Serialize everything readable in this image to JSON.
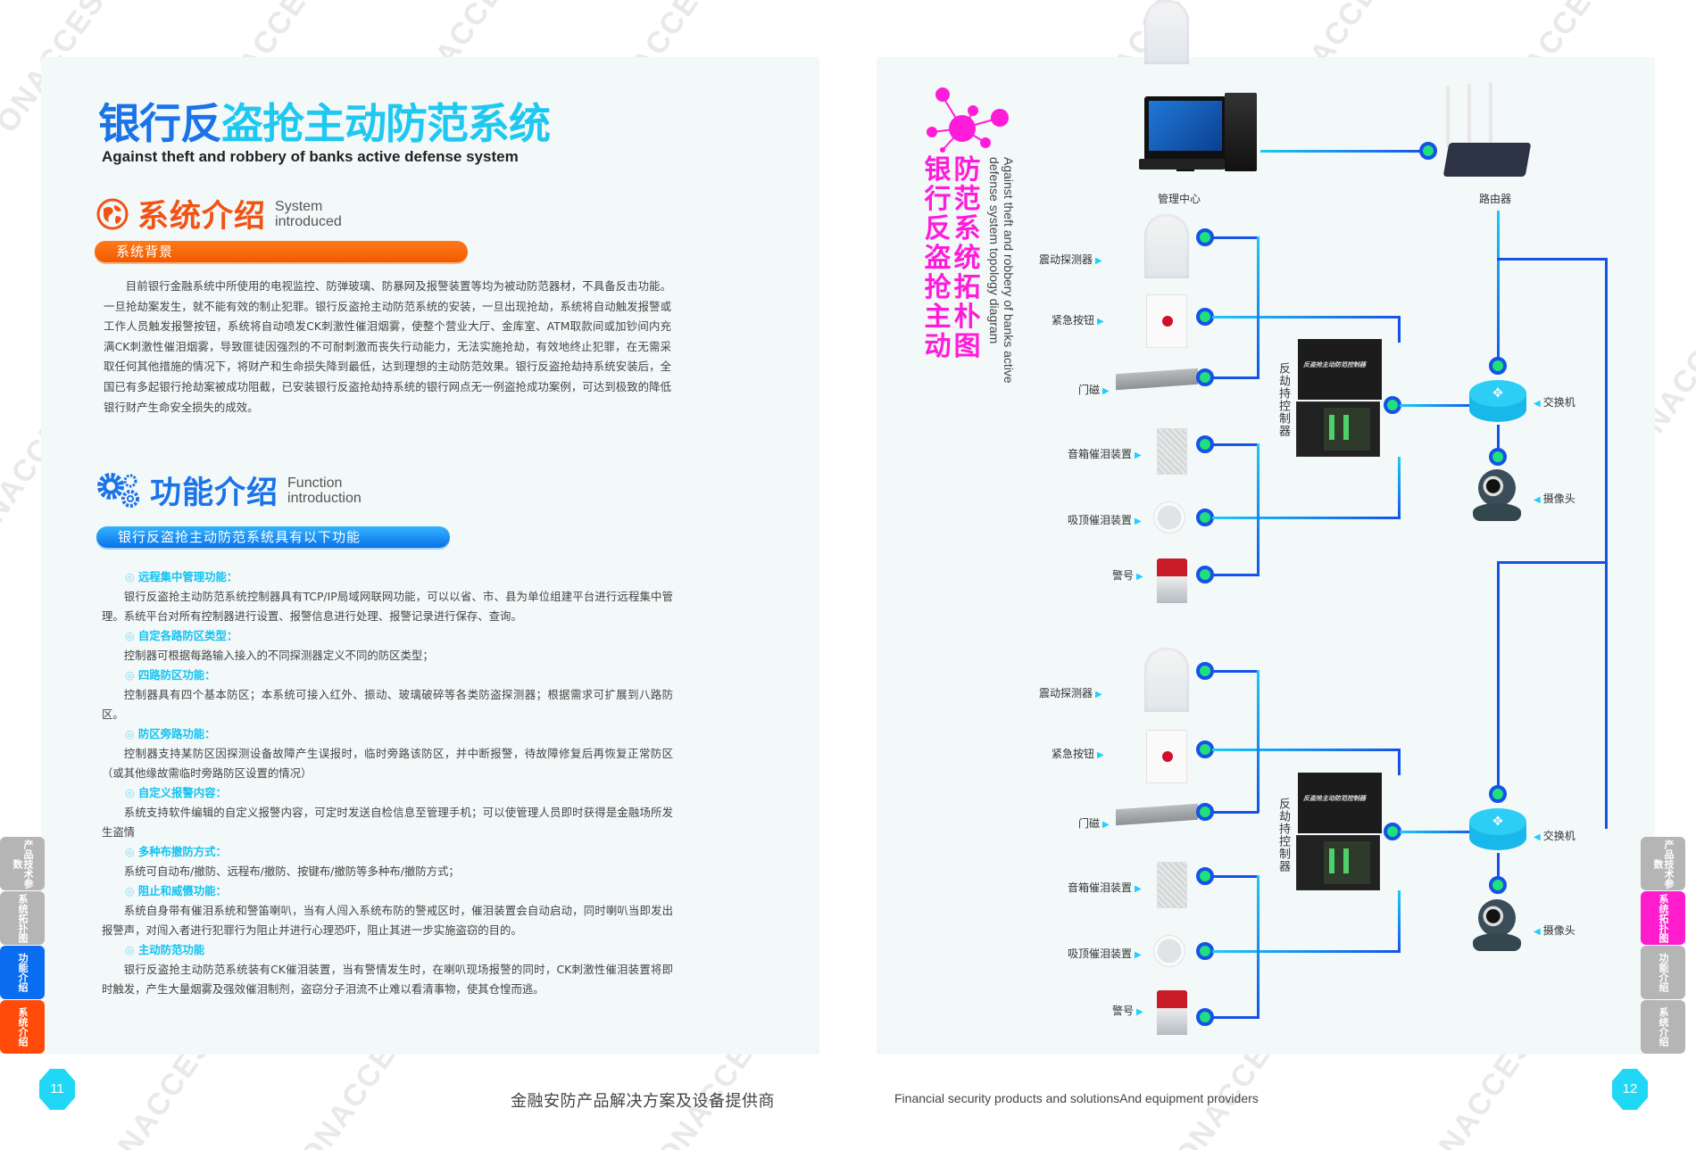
{
  "watermark": "ONACCESS",
  "left_page": {
    "title_part1": "银行反",
    "title_part2": "盗抢主动防范系统",
    "subtitle": "Against theft and robbery of banks active defense system",
    "system_intro": {
      "heading_zh": "系统介绍",
      "heading_en_line1": "System",
      "heading_en_line2": "introduced",
      "bar_label": "系统背景",
      "paragraph": "目前银行金融系统中所使用的电视监控、防弹玻璃、防暴网及报警装置等均为被动防范器材，不具备反击功能。一旦抢劫案发生，就不能有效的制止犯罪。银行反盗抢主动防范系统的安装，一旦出现抢劫，系统将自动触发报警或工作人员触发报警按钮，系统将自动喷发CK刺激性催泪烟雾，使整个营业大厅、金库室、ATM取款间或加钞间内充满CK刺激性催泪烟雾，导致匪徒因强烈的不可耐刺激而丧失行动能力，无法实施抢劫，有效地终止犯罪，在无需采取任何其他措施的情况下，将财产和生命损失降到最低，达到理想的主动防范效果。银行反盗抢劫持系统安装后，全国已有多起银行抢劫案被成功阻截，已安装银行反盗抢劫持系统的银行网点无一例盗抢成功案例，可达到极致的降低银行财产生命安全损失的成效。"
    },
    "function_intro": {
      "heading_zh": "功能介绍",
      "heading_en_line1": "Function",
      "heading_en_line2": "introduction",
      "bar_label": "银行反盗抢主动防范系统具有以下功能",
      "items": [
        {
          "title": "远程集中管理功能：",
          "desc": "银行反盗抢主动防范系统控制器具有TCP/IP局域网联网功能，可以以省、市、县为单位组建平台进行远程集中管理。系统平台对所有控制器进行设置、报警信息进行处理、报警记录进行保存、查询。"
        },
        {
          "title": "自定各路防区类型：",
          "desc": "控制器可根据每路输入接入的不同探测器定义不同的防区类型；"
        },
        {
          "title": "四路防区功能：",
          "desc": "控制器具有四个基本防区；本系统可接入红外、振动、玻璃破碎等各类防盗探测器；根据需求可扩展到八路防区。"
        },
        {
          "title": "防区旁路功能：",
          "desc": "控制器支持某防区因探测设备故障产生误报时，临时旁路该防区，并中断报警，待故障修复后再恢复正常防区（或其他缘故需临时旁路防区设置的情况）"
        },
        {
          "title": "自定义报警内容：",
          "desc": "系统支持软件编辑的自定义报警内容，可定时发送自检信息至管理手机；可以使管理人员即时获得是金融场所发生盗情"
        },
        {
          "title": "多种布撤防方式：",
          "desc": "系统可自动布/撤防、远程布/撤防、按键布/撤防等多种布/撤防方式；"
        },
        {
          "title": "阻止和威慑功能：",
          "desc": "系统自身带有催泪系统和警笛喇叭，当有人闯入系统布防的警戒区时，催泪装置会自动启动，同时喇叭当即发出报警声，对闯入者进行犯罪行为阻止并进行心理恐吓，阻止其进一步实施盗窃的目的。"
        },
        {
          "title": "主动防范功能",
          "desc": "银行反盗抢主动防范系统装有CK催泪装置，当有警情发生时，在喇叭现场报警的同时，CK刺激性催泪装置将即时触发，产生大量烟雾及强效催泪制剂，盗窃分子泪流不止难以看清事物，使其仓惶而逃。"
        }
      ]
    },
    "side_tabs": [
      {
        "label": "产品技术参数",
        "state": "inactive"
      },
      {
        "label": "系统拓扑图",
        "state": "inactive"
      },
      {
        "label": "功能介绍",
        "state": "active-blue"
      },
      {
        "label": "系统介绍",
        "state": "active-orange"
      }
    ],
    "page_number": "11"
  },
  "right_page": {
    "title_zh_chars": [
      "银",
      "防",
      "行",
      "范",
      "反",
      "系",
      "盗",
      "统",
      "抢",
      "拓",
      "主",
      "朴",
      "动",
      "图"
    ],
    "title_en": "Against theft and robbery of banks active defense system topology diagram",
    "devices": {
      "management_center": "管理中心",
      "router": "路由器",
      "controller": "反劫持控制器",
      "controller_panel_text": "反盗抢主动防范控制器",
      "switch": "交换机",
      "camera": "摄像头",
      "vibration_detector": "震动探测器",
      "emergency_button": "紧急按钮",
      "door_magnet": "门磁",
      "speaker_tear_gas": "音箱催泪装置",
      "ceiling_tear_gas": "吸顶催泪装置",
      "siren": "警号"
    },
    "side_tabs": [
      {
        "label": "产品技术参数",
        "state": "inactive"
      },
      {
        "label": "系统拓扑图",
        "state": "active-magenta"
      },
      {
        "label": "功能介绍",
        "state": "inactive"
      },
      {
        "label": "系统介绍",
        "state": "inactive"
      }
    ],
    "page_number": "12"
  },
  "footer": {
    "zh": "金融安防产品解决方案及设备提供商",
    "en": "Financial security products and solutionsAnd equipment providers"
  },
  "colors": {
    "title_blue": "#1a73e8",
    "title_cyan": "#1ec8f0",
    "intro_orange": "#f25314",
    "topology_magenta": "#ff1cd9",
    "line_blue": "#1552e8",
    "line_cyan": "#1ec8f5",
    "node_green": "#20e07a"
  }
}
